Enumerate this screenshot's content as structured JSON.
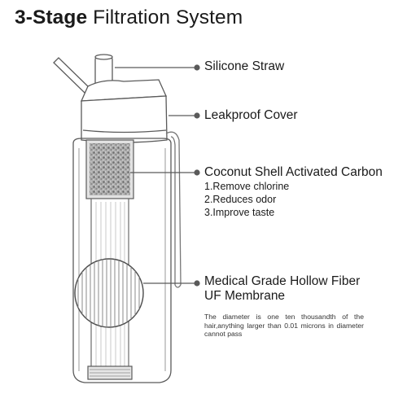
{
  "title": {
    "bold": "3-Stage",
    "rest": " Filtration System"
  },
  "labels": {
    "straw": "Silicone Straw",
    "cover": "Leakproof Cover",
    "carbon": {
      "heading": "Coconut Shell Activated Carbon",
      "points": [
        "1.Remove chlorine",
        "2.Reduces odor",
        "3.Improve taste"
      ]
    },
    "membrane": {
      "heading_line1": "Medical Grade Hollow Fiber",
      "heading_line2": "UF Membrane",
      "note": "The diameter is one ten thousandth of the hair,anything larger than 0.01 microns in diameter cannot pass"
    }
  },
  "colors": {
    "line": "#5a5a5a",
    "text": "#1a1a1a"
  }
}
